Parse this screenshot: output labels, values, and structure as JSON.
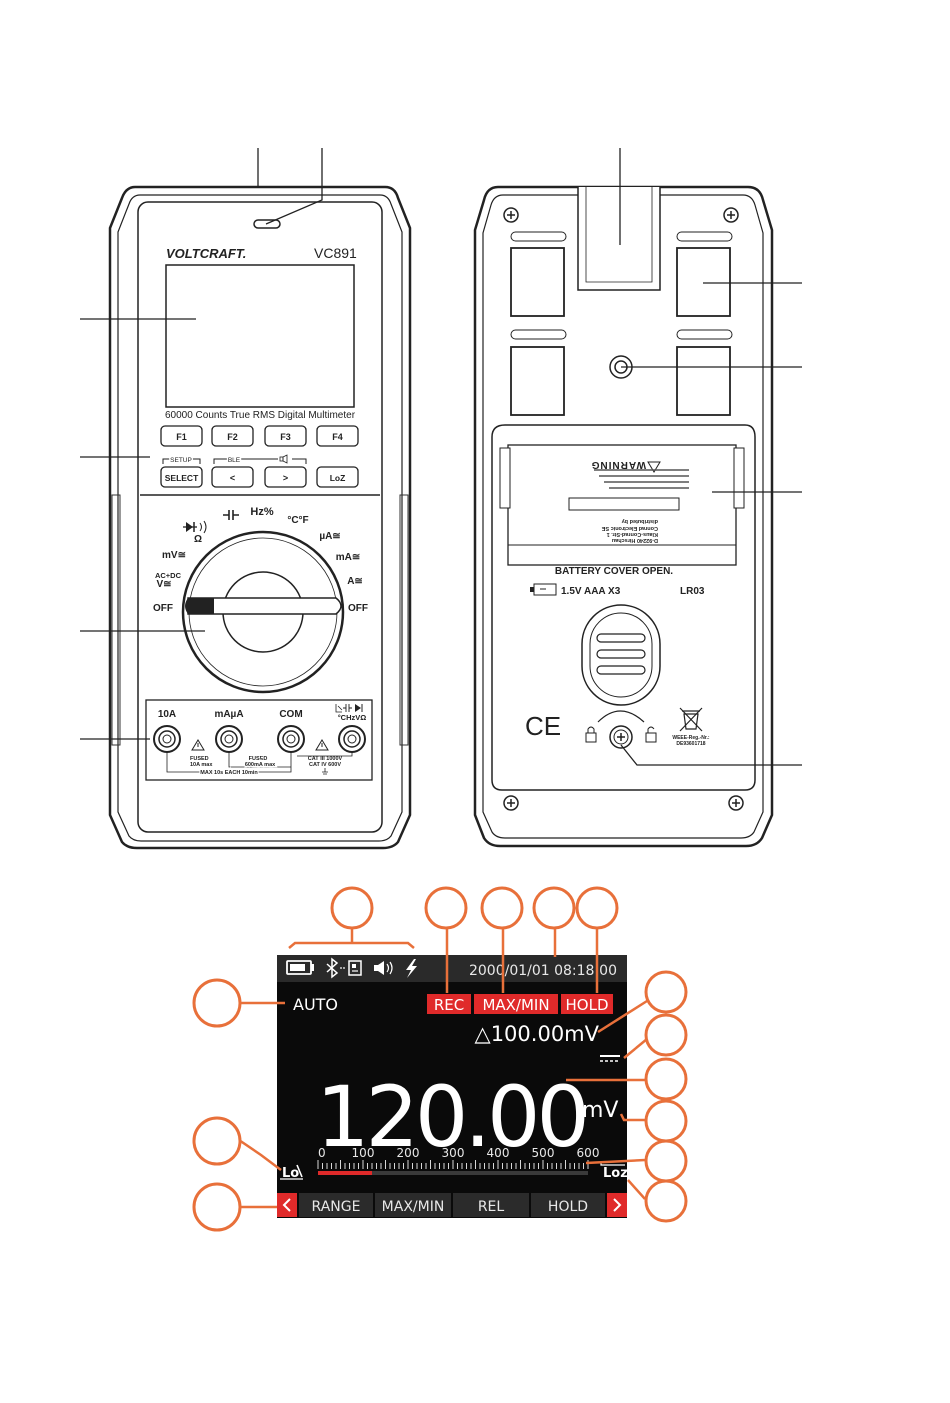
{
  "front": {
    "brand": "VOLTCRAFT.",
    "model": "VC891",
    "subtitle": "60000 Counts True RMS Digital Multimeter",
    "function_keys": [
      "F1",
      "F2",
      "F3",
      "F4"
    ],
    "group_labels": {
      "setup": "SETUP",
      "ble": "BLE"
    },
    "keys": [
      "SELECT",
      "<",
      ">",
      "LoZ"
    ],
    "dial_labels": {
      "hz": "Hz%",
      "temp": "°C°F",
      "ohm": "Ω",
      "ua": "µA≅",
      "mv": "mV≅",
      "ma": "mA≅",
      "acdc": "AC+DC",
      "v": "V≅",
      "a": "A≅",
      "off_left": "OFF",
      "off_right": "OFF"
    },
    "jack_labels": [
      "10A",
      "mAµA",
      "COM",
      "°CHzVΩ"
    ],
    "jack_notes": {
      "fused_left": "FUSED",
      "left_rating": "10A max",
      "left_duration": "MAX 10s EACH 10min",
      "fused_mid": "FUSED",
      "mid_rating": "600mA max",
      "cat3": "CAT III 1000V",
      "cat4": "CAT IV 600V"
    }
  },
  "back": {
    "warning_title": "WARNING",
    "distributor": [
      "distributed by",
      "Conrad Electronic SE",
      "Klaus-Conrad-Str. 1",
      "D-92240 Hirschau"
    ],
    "battery_cover": "BATTERY COVER OPEN.",
    "battery_spec": "1.5V  AAA  X3",
    "battery_type": "LR03",
    "ce_mark": "CE",
    "weee": [
      "WEEE-Reg.-Nr.:",
      "DE93601718"
    ]
  },
  "display": {
    "datetime": "2000/01/01 08:18:00",
    "auto": "AUTO",
    "indicators": [
      "REC",
      "MAX/MIN",
      "HOLD"
    ],
    "relative": "△100.00mV",
    "reading": "120.00",
    "unit": "mV",
    "bar_ticks": [
      "0",
      "100",
      "200",
      "300",
      "400",
      "500",
      "600"
    ],
    "bar_fill_fraction": 0.2,
    "lo_label": "Lo",
    "loz_label": "Loz",
    "softkeys": [
      "RANGE",
      "MAX/MIN",
      "REL",
      "HOLD"
    ],
    "colors": {
      "accent": "#e8703a",
      "tag_red": "#e02a2a",
      "lcd_bg": "#0a0a0a",
      "bar_red": "#e02a2a"
    }
  }
}
